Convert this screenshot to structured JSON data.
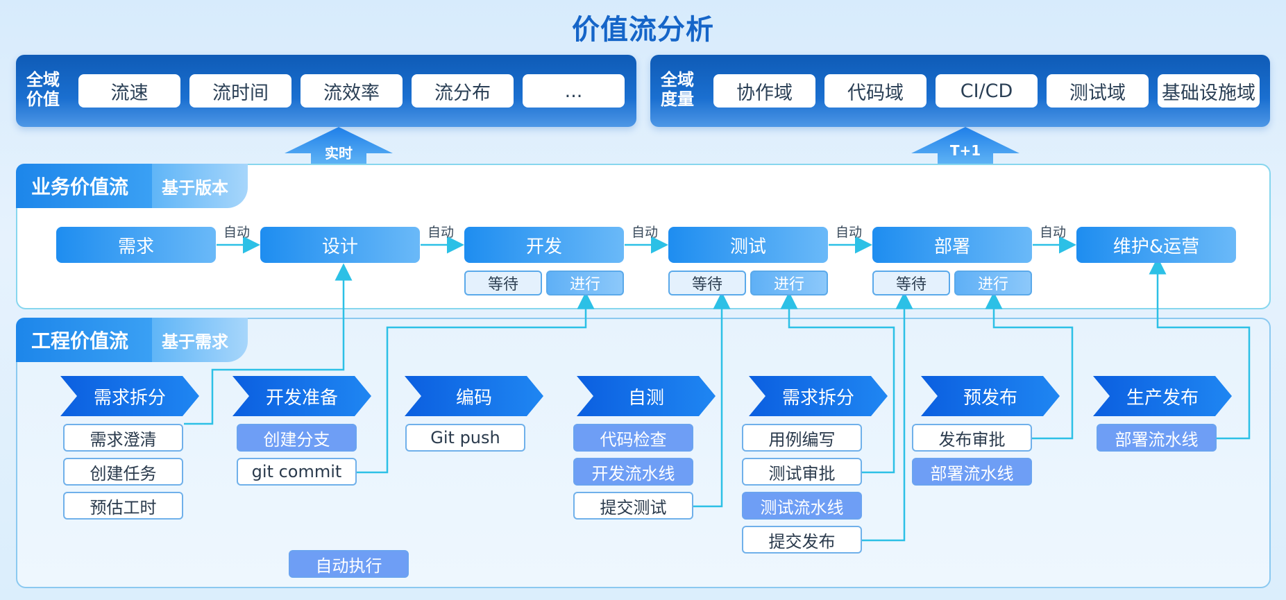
{
  "title": "价值流分析",
  "top_panels": [
    {
      "label_line1": "全域",
      "label_line2": "价值",
      "chips": [
        "流速",
        "流时间",
        "流效率",
        "流分布",
        "..."
      ]
    },
    {
      "label_line1": "全域",
      "label_line2": "度量",
      "chips": [
        "协作域",
        "代码域",
        "CI/CD",
        "测试域",
        "基础设施域"
      ]
    }
  ],
  "arrows": {
    "left": "实时",
    "right": "T+1"
  },
  "business": {
    "tab": "业务价值流",
    "sub": "基于版本",
    "stages": [
      "需求",
      "设计",
      "开发",
      "测试",
      "部署",
      "维护&运营"
    ],
    "connector": "自动",
    "wait": "等待",
    "run": "进行"
  },
  "engineering": {
    "tab": "工程价值流",
    "sub": "基于需求",
    "columns": [
      {
        "head": "需求拆分",
        "items": [
          {
            "t": "需求澄清",
            "auto": false
          },
          {
            "t": "创建任务",
            "auto": false
          },
          {
            "t": "预估工时",
            "auto": false
          }
        ]
      },
      {
        "head": "开发准备",
        "items": [
          {
            "t": "创建分支",
            "auto": true
          },
          {
            "t": "git commit",
            "auto": false
          }
        ]
      },
      {
        "head": "编码",
        "items": [
          {
            "t": "Git push",
            "auto": false
          }
        ]
      },
      {
        "head": "自测",
        "items": [
          {
            "t": "代码检查",
            "auto": true
          },
          {
            "t": "开发流水线",
            "auto": true
          },
          {
            "t": "提交测试",
            "auto": false
          }
        ]
      },
      {
        "head": "需求拆分",
        "items": [
          {
            "t": "用例编写",
            "auto": false
          },
          {
            "t": "测试审批",
            "auto": false
          },
          {
            "t": "测试流水线",
            "auto": true
          },
          {
            "t": "提交发布",
            "auto": false
          }
        ]
      },
      {
        "head": "预发布",
        "items": [
          {
            "t": "发布审批",
            "auto": false
          },
          {
            "t": "部署流水线",
            "auto": true
          }
        ]
      },
      {
        "head": "生产发布",
        "items": [
          {
            "t": "部署流水线",
            "auto": true
          }
        ]
      }
    ],
    "legend": "自动执行"
  },
  "colors": {
    "accent": "#1565c8",
    "line": "#2cc0e6",
    "panel": "#0f5bb6"
  }
}
